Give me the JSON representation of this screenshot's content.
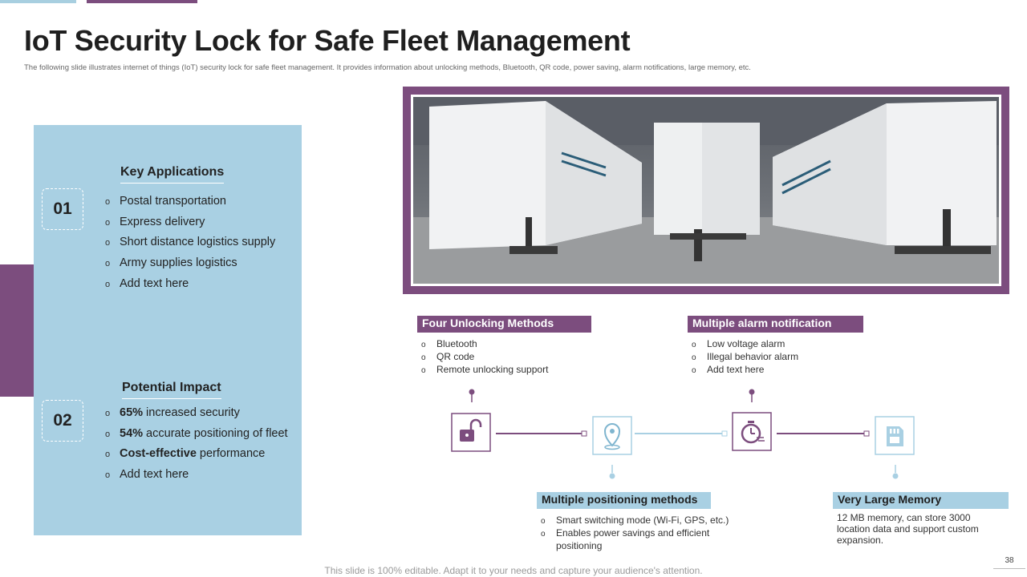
{
  "slide": {
    "title": "IoT Security Lock for Safe Fleet Management",
    "subtitle": "The following slide illustrates internet of things (IoT) security lock for safe fleet management. It provides information about unlocking methods, Bluetooth, QR code, power saving, alarm notifications, large memory,  etc.",
    "footer": "This slide is 100% editable. Adapt it to your needs and capture your audience's attention.",
    "page_number": "38"
  },
  "colors": {
    "purple": "#7c4d7e",
    "light_blue": "#a9d0e3"
  },
  "sections": [
    {
      "number": "01",
      "heading": "Key Applications",
      "items": [
        {
          "text": "Postal transportation"
        },
        {
          "text": "Express delivery"
        },
        {
          "text": "Short distance logistics supply"
        },
        {
          "text": "Army supplies logistics"
        },
        {
          "text": "Add text here"
        }
      ]
    },
    {
      "number": "02",
      "heading": "Potential Impact",
      "items": [
        {
          "bold": "65%",
          "text": " increased security"
        },
        {
          "bold": "54%",
          "text": " accurate positioning of fleet"
        },
        {
          "bold": "Cost-effective",
          "text": " performance"
        },
        {
          "bold": "",
          "text": "Add text here"
        }
      ]
    }
  ],
  "features": {
    "unlocking": {
      "title": "Four Unlocking Methods",
      "items": [
        "Bluetooth",
        "QR code",
        "Remote unlocking support"
      ],
      "icon": "padlock-icon"
    },
    "positioning": {
      "title": "Multiple positioning methods",
      "items": [
        "Smart switching mode (Wi-Fi, GPS, etc.)",
        "Enables power savings and efficient",
        "positioning"
      ],
      "icon": "location-pin-icon"
    },
    "alarm": {
      "title": "Multiple alarm notification",
      "items": [
        "Low voltage alarm",
        "Illegal behavior alarm",
        "Add text here"
      ],
      "icon": "stopwatch-icon"
    },
    "memory": {
      "title": "Very Large Memory",
      "text": "12 MB memory, can store 3000 location data and support custom expansion.",
      "icon": "memory-card-icon"
    }
  },
  "bullet_glyph": "o"
}
